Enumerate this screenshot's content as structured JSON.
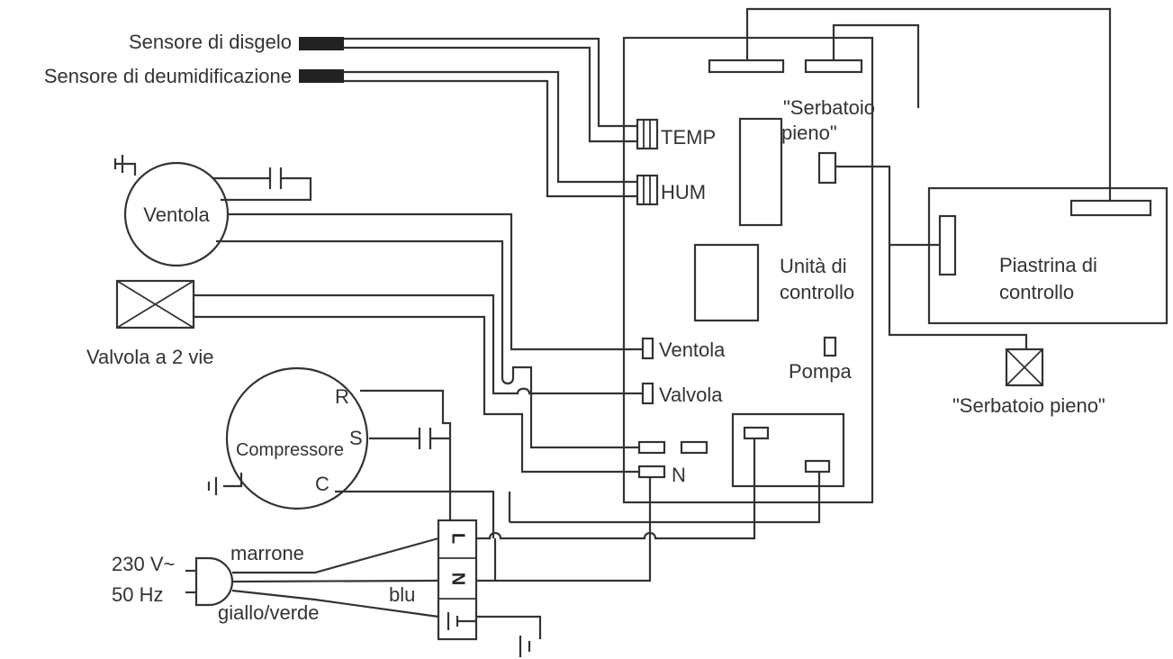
{
  "labels": {
    "defrost_sensor": "Sensore di disgelo",
    "dehum_sensor": "Sensore di deumidificazione",
    "temp_port": "TEMP",
    "hum_port": "HUM",
    "tank_full_top_1": "\"Serbatoio",
    "tank_full_top_2": "pieno\"",
    "control_unit_1": "Unità di",
    "control_unit_2": "controllo",
    "control_board_1": "Piastrina di",
    "control_board_2": "controllo",
    "fan": "Ventola",
    "fan_port": "Ventola",
    "valve": "Valvola a 2 vie",
    "valve_port": "Valvola",
    "pump": "Pompa",
    "tank_full_switch": "\"Serbatoio pieno\"",
    "compressor": "Compressore",
    "terminal_r": "R",
    "terminal_s": "S",
    "terminal_c": "C",
    "n_port": "N",
    "voltage": "230 V~",
    "frequency": "50 Hz",
    "wire_brown": "marrone",
    "wire_blue": "blu",
    "wire_yellow_green": "giallo/verde",
    "terminal_l": "L",
    "terminal_n": "N"
  }
}
